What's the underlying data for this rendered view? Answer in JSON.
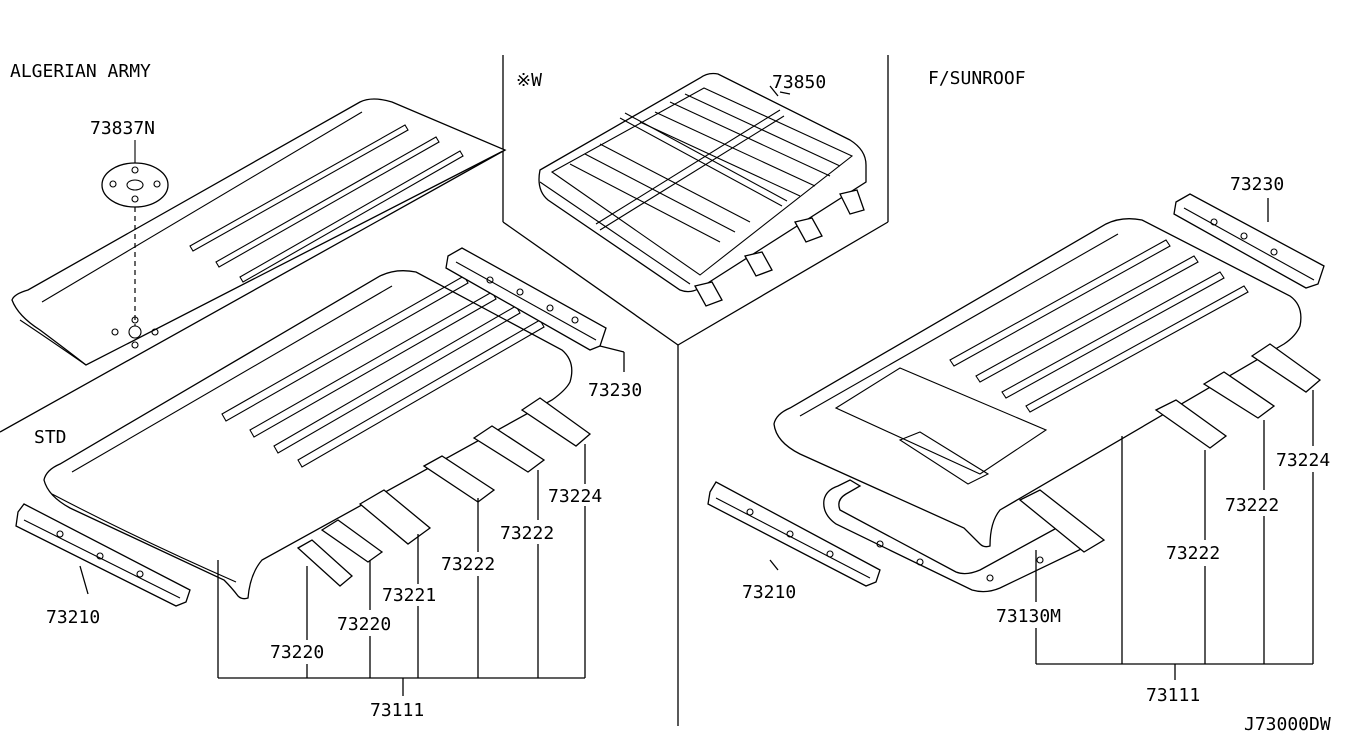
{
  "sections": {
    "algerian_army": "ALGERIAN ARMY",
    "w": "※W",
    "sunroof": "F/SUNROOF",
    "std": "STD"
  },
  "parts": {
    "p73837N": "73837N",
    "p73850": "73850",
    "p73230_left": "73230",
    "p73230_right": "73230",
    "p73210_left": "73210",
    "p73210_right": "73210",
    "p73224_left": "73224",
    "p73224_right": "73224",
    "p73222_a": "73222",
    "p73222_b": "73222",
    "p73222_c": "73222",
    "p73222_d": "73222",
    "p73221": "73221",
    "p73220_a": "73220",
    "p73220_b": "73220",
    "p73130M": "73130M",
    "p73111_left": "73111",
    "p73111_right": "73111"
  },
  "diagram_code": "J73000DW"
}
